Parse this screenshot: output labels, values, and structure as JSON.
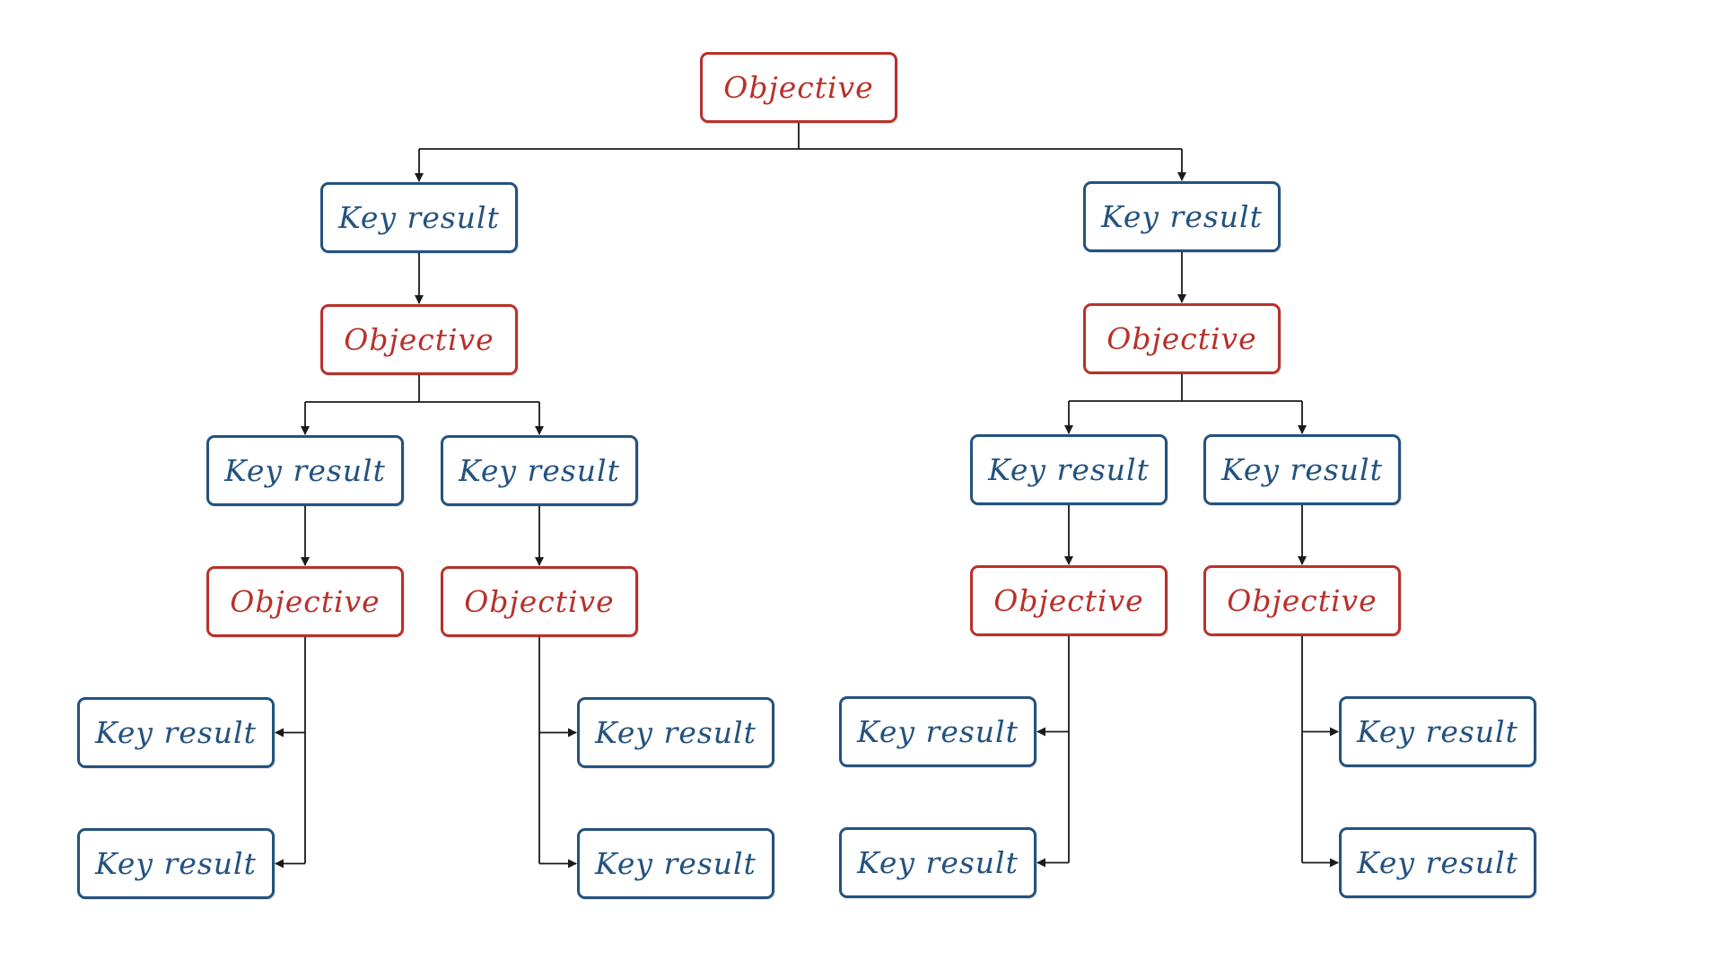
{
  "colors": {
    "objective": "#b8312a",
    "key_result": "#23527f",
    "connector": "#1a1a1a"
  },
  "nodes": [
    {
      "id": "root",
      "kind": "objective",
      "label": "Objective"
    },
    {
      "id": "kr-l",
      "kind": "keyresult",
      "label": "Key result"
    },
    {
      "id": "kr-r",
      "kind": "keyresult",
      "label": "Key result"
    },
    {
      "id": "obj-l",
      "kind": "objective",
      "label": "Objective"
    },
    {
      "id": "obj-r",
      "kind": "objective",
      "label": "Objective"
    },
    {
      "id": "kr-l1",
      "kind": "keyresult",
      "label": "Key result"
    },
    {
      "id": "kr-l2",
      "kind": "keyresult",
      "label": "Key result"
    },
    {
      "id": "kr-r1",
      "kind": "keyresult",
      "label": "Key result"
    },
    {
      "id": "kr-r2",
      "kind": "keyresult",
      "label": "Key result"
    },
    {
      "id": "obj-l1",
      "kind": "objective",
      "label": "Objective"
    },
    {
      "id": "obj-l2",
      "kind": "objective",
      "label": "Objective"
    },
    {
      "id": "obj-r1",
      "kind": "objective",
      "label": "Objective"
    },
    {
      "id": "obj-r2",
      "kind": "objective",
      "label": "Objective"
    },
    {
      "id": "kr-a1",
      "kind": "keyresult",
      "label": "Key result"
    },
    {
      "id": "kr-a2",
      "kind": "keyresult",
      "label": "Key result"
    },
    {
      "id": "kr-b1",
      "kind": "keyresult",
      "label": "Key result"
    },
    {
      "id": "kr-b2",
      "kind": "keyresult",
      "label": "Key result"
    },
    {
      "id": "kr-c1",
      "kind": "keyresult",
      "label": "Key result"
    },
    {
      "id": "kr-c2",
      "kind": "keyresult",
      "label": "Key result"
    },
    {
      "id": "kr-d1",
      "kind": "keyresult",
      "label": "Key result"
    },
    {
      "id": "kr-d2",
      "kind": "keyresult",
      "label": "Key result"
    }
  ],
  "edges": [
    {
      "from": "root",
      "to": [
        "kr-l",
        "kr-r"
      ]
    },
    {
      "from": "kr-l",
      "to": [
        "obj-l"
      ]
    },
    {
      "from": "kr-r",
      "to": [
        "obj-r"
      ]
    },
    {
      "from": "obj-l",
      "to": [
        "kr-l1",
        "kr-l2"
      ]
    },
    {
      "from": "obj-r",
      "to": [
        "kr-r1",
        "kr-r2"
      ]
    },
    {
      "from": "kr-l1",
      "to": [
        "obj-l1"
      ]
    },
    {
      "from": "kr-l2",
      "to": [
        "obj-l2"
      ]
    },
    {
      "from": "kr-r1",
      "to": [
        "obj-r1"
      ]
    },
    {
      "from": "kr-r2",
      "to": [
        "obj-r2"
      ]
    },
    {
      "from": "obj-l1",
      "to": [
        "kr-a1",
        "kr-a2"
      ]
    },
    {
      "from": "obj-l2",
      "to": [
        "kr-b1",
        "kr-b2"
      ]
    },
    {
      "from": "obj-r1",
      "to": [
        "kr-c1",
        "kr-c2"
      ]
    },
    {
      "from": "obj-r2",
      "to": [
        "kr-d1",
        "kr-d2"
      ]
    }
  ]
}
